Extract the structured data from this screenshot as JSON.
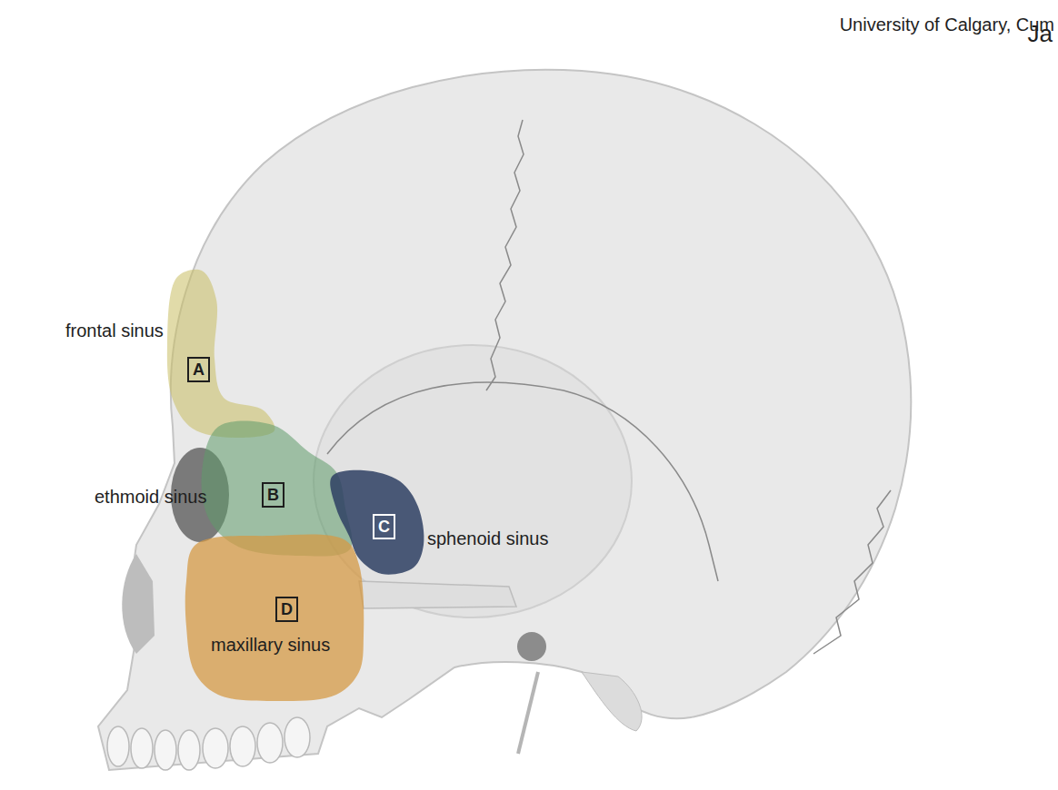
{
  "diagram": {
    "nodes": [
      {
        "text": [
          "frontal sinus",
          "A"
        ]
      },
      {
        "text": [
          "ethmoid sinus",
          "B"
        ]
      },
      {
        "text": [
          "C",
          "sphenoid sinus"
        ]
      },
      {
        "text": [
          "D",
          "maxillary sinus"
        ]
      }
    ],
    "labels": [
      "University of Calgary, Cum",
      "Ja"
    ]
  }
}
